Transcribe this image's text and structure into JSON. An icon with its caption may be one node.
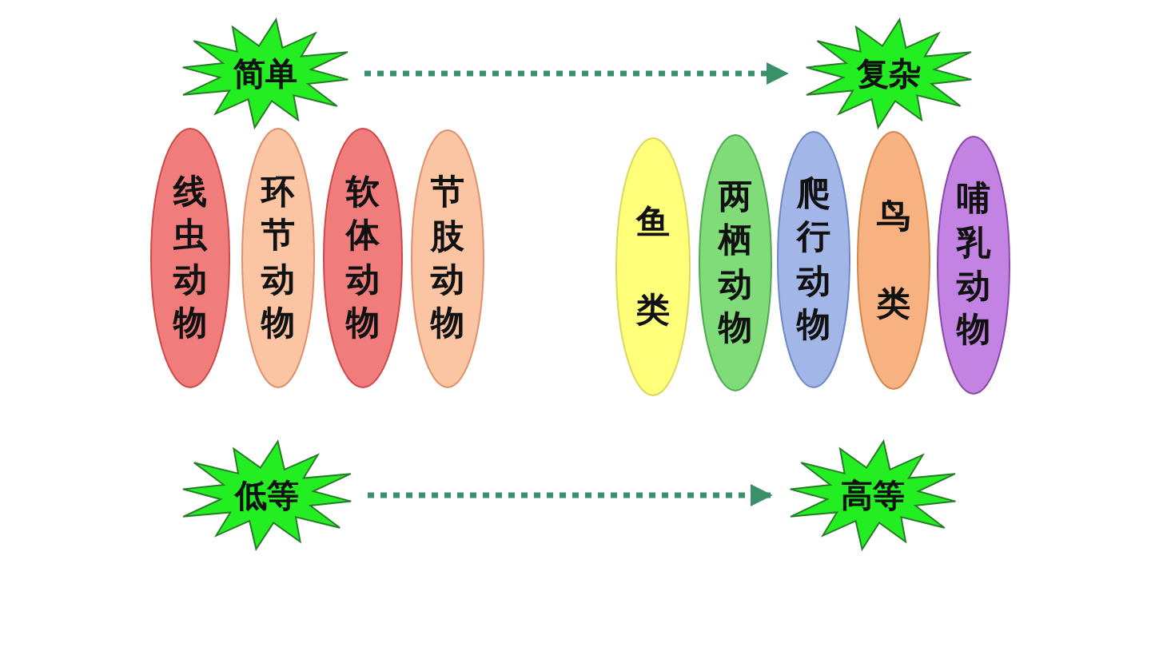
{
  "diagram": {
    "nodes": [
      {
        "text": [
          "简单"
        ]
      },
      {
        "text": [
          "复杂"
        ]
      },
      {
        "text": [
          "线虫动物"
        ]
      },
      {
        "text": [
          "环节动物"
        ]
      },
      {
        "text": [
          "软体动物"
        ]
      },
      {
        "text": [
          "节肢动物"
        ]
      },
      {
        "text": [
          "鱼类"
        ]
      },
      {
        "text": [
          "两栖动物"
        ]
      },
      {
        "text": [
          "爬行动物"
        ]
      },
      {
        "text": [
          "鸟类"
        ]
      },
      {
        "text": [
          "哺乳动物"
        ]
      },
      {
        "text": [
          "低等"
        ]
      },
      {
        "text": [
          "高等"
        ]
      }
    ],
    "edges": [
      {
        "from": 0,
        "to": 1,
        "arrow": "to",
        "style": "dashed"
      },
      {
        "from": 11,
        "to": 12,
        "arrow": "to",
        "style": "dashed"
      }
    ]
  }
}
